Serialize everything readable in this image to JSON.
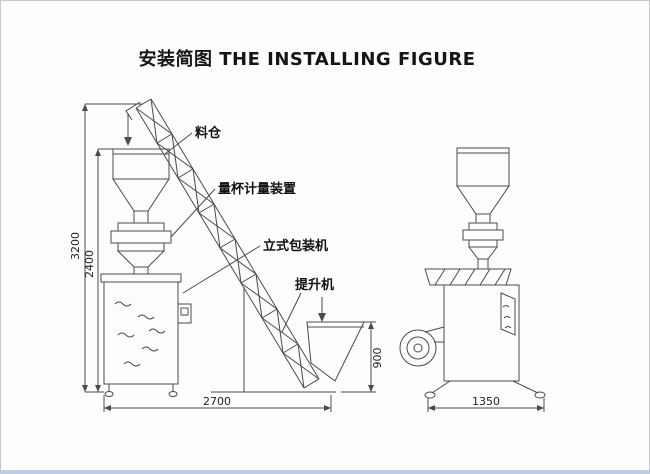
{
  "page": {
    "title": "安装简图 THE INSTALLING FIGURE"
  },
  "labels": {
    "hopper": "料仓",
    "measuring_device": "量杯计量装置",
    "vertical_packing_machine": "立式包装机",
    "elevator": "提升机"
  },
  "dimensions": {
    "overall_height": "3200",
    "machine_height": "2400",
    "elevator_hopper_height": "900",
    "front_view_width": "2700",
    "side_view_width": "1350"
  },
  "colors": {
    "line": "#4a4a4a",
    "text": "#111111",
    "background": "#fdfdfd",
    "frame_bottom": "#b9cfe3"
  }
}
